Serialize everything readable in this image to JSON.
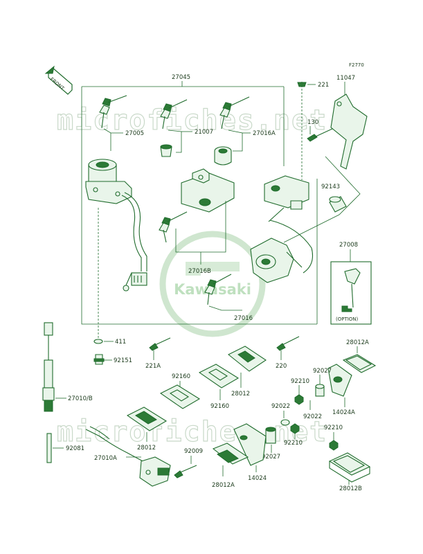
{
  "diagram_code": "F2770",
  "front_label": "FRONT",
  "watermark": "microfiches.net",
  "logo_text": "Kawasaki",
  "option_label": "(OPTION)",
  "labels": {
    "l27045": "27045",
    "l27005": "27005",
    "l21007": "21007",
    "l27016A": "27016A",
    "l221": "221",
    "l11047": "11047",
    "l130": "130",
    "l92143": "92143",
    "l27008": "27008",
    "l27016B": "27016B",
    "l27016": "27016",
    "l411": "411",
    "l92151": "92151",
    "l27010B": "27010/B",
    "l221A": "221A",
    "l220": "220",
    "l28012A_top": "28012A",
    "l92160a": "92160",
    "l92160b": "92160",
    "l28012_mid": "28012",
    "l92027a": "92027",
    "l92210a": "92210",
    "l92022a": "92022",
    "l14024A": "14024A",
    "l92022b": "92022",
    "l28012_left": "28012",
    "l92081": "92081",
    "l27010A": "27010A",
    "l92009": "92009",
    "l92210b": "92210",
    "l92027b": "92027",
    "l92210c": "92210",
    "l14024": "14024",
    "l28012A_bottom": "28012A",
    "l28012B": "28012B"
  }
}
